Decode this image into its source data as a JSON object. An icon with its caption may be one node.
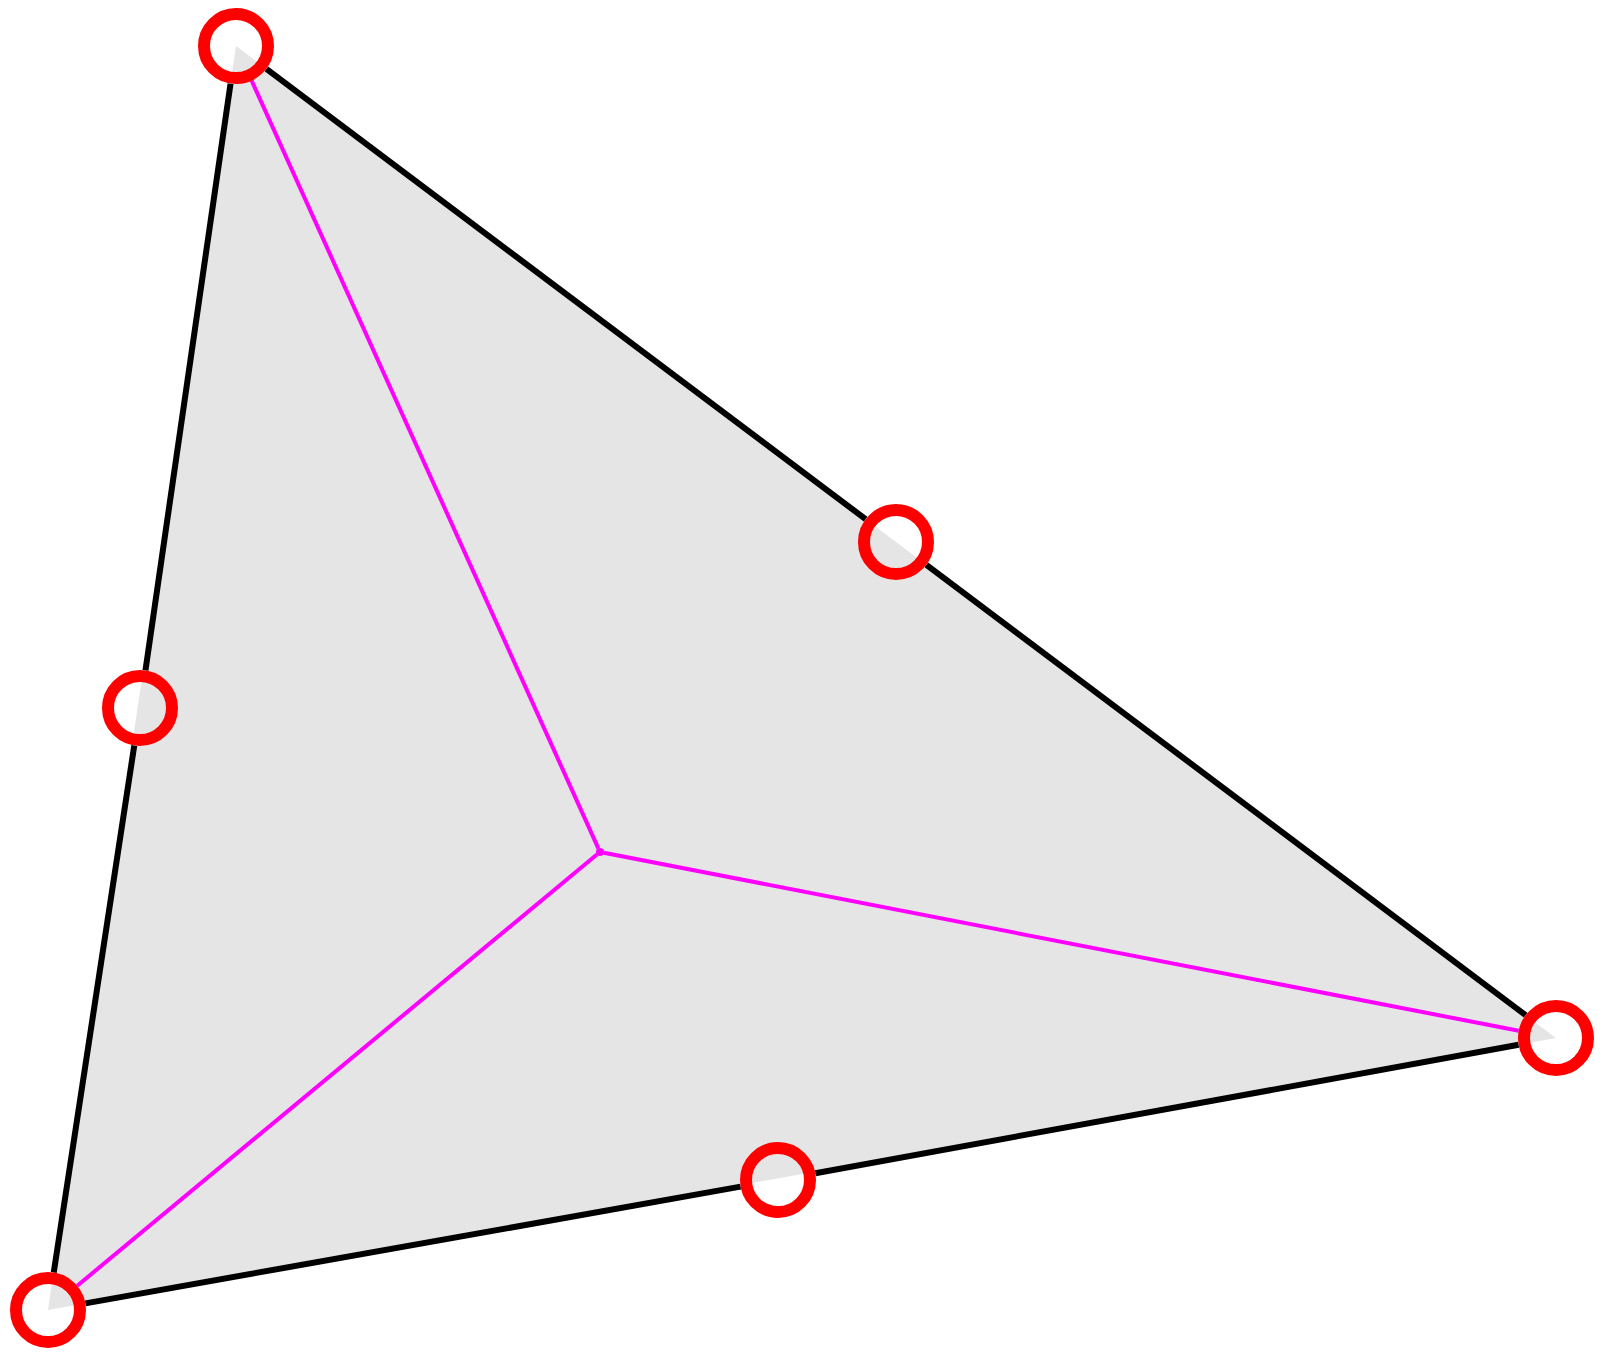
{
  "diagram": {
    "nodes": [
      {
        "text": [],
        "shape": "circle"
      },
      {
        "text": [],
        "shape": "circle"
      },
      {
        "text": [],
        "shape": "circle"
      },
      {
        "text": [],
        "shape": "point"
      },
      {
        "text": [],
        "shape": "circle"
      },
      {
        "text": [],
        "shape": "circle"
      },
      {
        "text": [],
        "shape": "circle"
      }
    ],
    "edges": [
      {
        "from": 0,
        "to": 1,
        "arrow": "none"
      },
      {
        "from": 1,
        "to": 4,
        "arrow": "none"
      },
      {
        "from": 4,
        "to": 5,
        "arrow": "none"
      },
      {
        "from": 5,
        "to": 6,
        "arrow": "none"
      },
      {
        "from": 6,
        "to": 2,
        "arrow": "none"
      },
      {
        "from": 2,
        "to": 0,
        "arrow": "none"
      },
      {
        "from": 0,
        "to": 3,
        "arrow": "none",
        "color": "#ff00ff"
      },
      {
        "from": 4,
        "to": 3,
        "arrow": "none",
        "color": "#ff00ff"
      },
      {
        "from": 6,
        "to": 3,
        "arrow": "none",
        "color": "#ff00ff"
      }
    ]
  }
}
